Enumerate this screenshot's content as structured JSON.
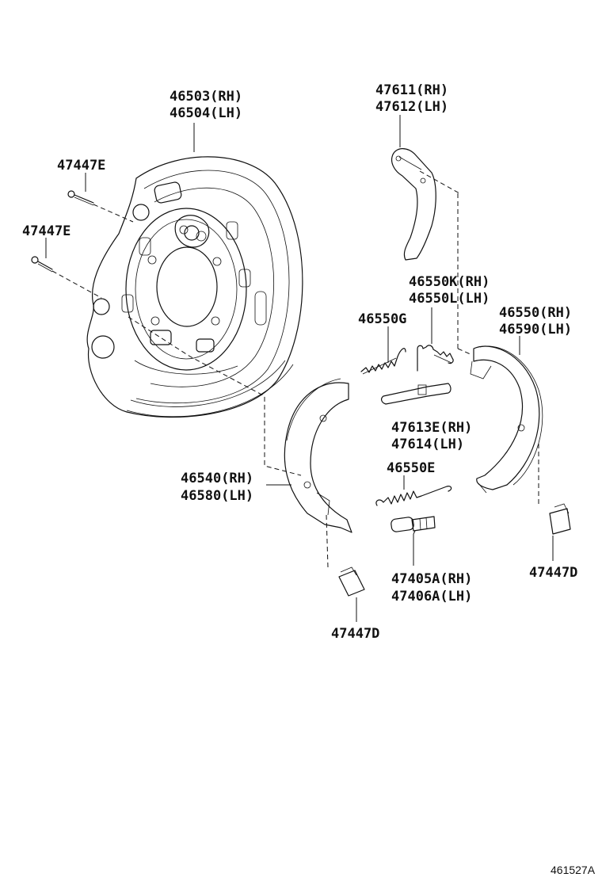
{
  "callouts": {
    "backing_plate_rh": "46503(RH)",
    "backing_plate_lh": "46504(LH)",
    "bolt_upper": "47447E",
    "bolt_lower": "47447E",
    "lever_rh": "47611(RH)",
    "lever_lh": "47612(LH)",
    "spring_k_rh": "46550K(RH)",
    "spring_l_lh": "46550L(LH)",
    "spring_g": "46550G",
    "shoe_right_rh": "46550(RH)",
    "shoe_right_lh": "46590(LH)",
    "strut_rh": "47613E(RH)",
    "strut_lh": "47614(LH)",
    "spring_e": "46550E",
    "shoe_left_rh": "46540(RH)",
    "shoe_left_lh": "46580(LH)",
    "adjuster_rh": "47405A(RH)",
    "adjuster_lh": "47406A(LH)",
    "clip_right": "47447D",
    "clip_left": "47447D"
  },
  "diagram_ref": "461527A"
}
